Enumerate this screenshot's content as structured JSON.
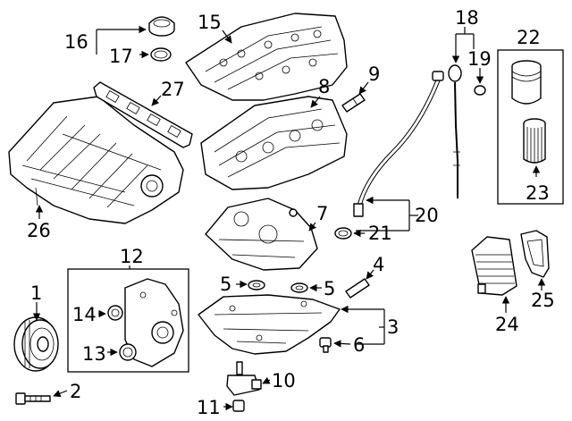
{
  "diagram": {
    "callouts": {
      "c1": "1",
      "c2": "2",
      "c3": "3",
      "c4": "4",
      "c5a": "5",
      "c5b": "5",
      "c6": "6",
      "c7": "7",
      "c8": "8",
      "c9": "9",
      "c10": "10",
      "c11": "11",
      "c12": "12",
      "c13": "13",
      "c14": "14",
      "c15": "15",
      "c16": "16",
      "c17": "17",
      "c18": "18",
      "c19": "19",
      "c20": "20",
      "c21": "21",
      "c22": "22",
      "c23": "23",
      "c24": "24",
      "c25": "25",
      "c26": "26",
      "c27": "27"
    }
  }
}
